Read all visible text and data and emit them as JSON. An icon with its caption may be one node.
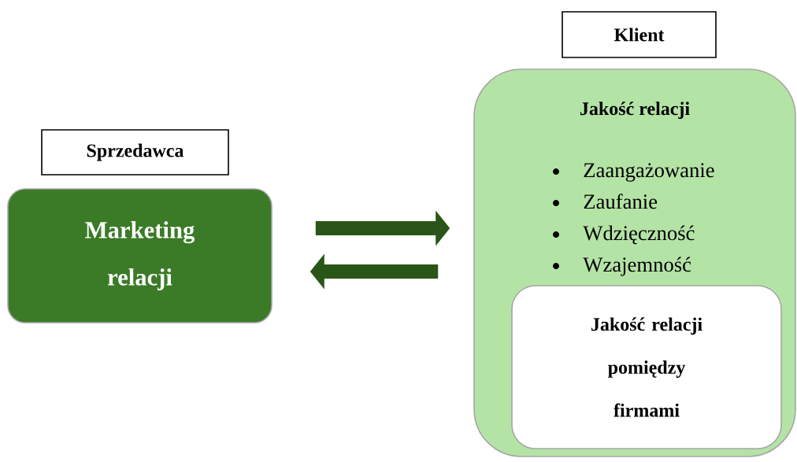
{
  "diagram": {
    "nodes": [
      {
        "text": [
          "Sprzedawca"
        ]
      },
      {
        "text": [
          "Marketing relacji"
        ]
      },
      {
        "text": [
          "Klient"
        ]
      },
      {
        "text": [
          "Jakość relacji",
          "Zaangażowanie",
          "Zaufanie",
          "Wdzięczność",
          "Wzajemność"
        ]
      },
      {
        "text": [
          "Jakość relacji pomiędzy firmami"
        ],
        "in": 3
      }
    ],
    "edges": [
      {
        "from": 1,
        "to": 3,
        "arrow": "to"
      },
      {
        "from": 3,
        "to": 1,
        "arrow": "to"
      }
    ]
  }
}
